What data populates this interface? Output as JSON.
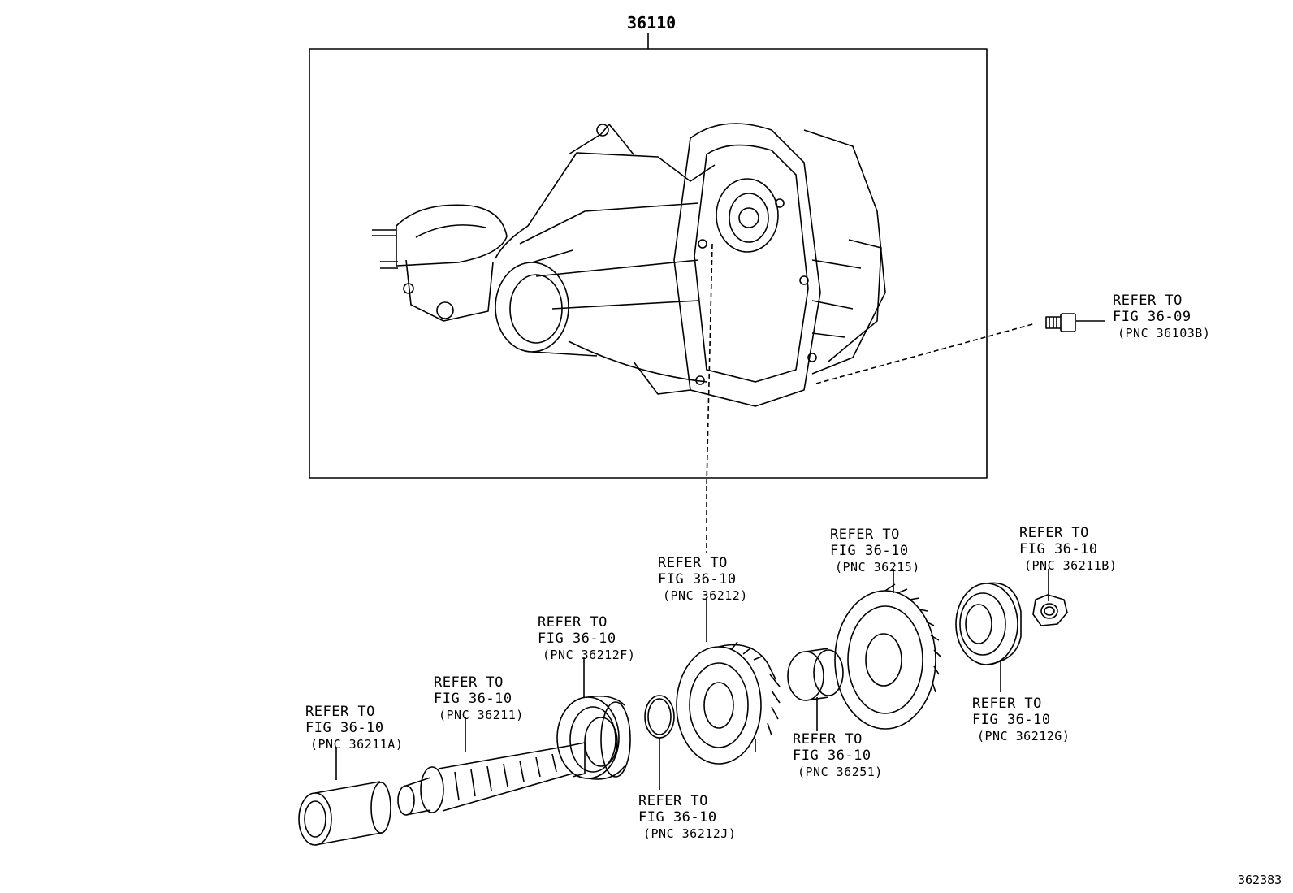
{
  "assembly": {
    "part_no": "36110"
  },
  "figure_id": "362383",
  "colors": {
    "line": "#000000",
    "background": "#ffffff"
  },
  "callouts": [
    {
      "id": "bolt",
      "line1": "REFER TO",
      "line2": "FIG 36-09",
      "pnc": "(PNC 36103B)"
    },
    {
      "id": "sleeve",
      "line1": "REFER TO",
      "line2": "FIG 36-10",
      "pnc": "(PNC 36211A)"
    },
    {
      "id": "shaft",
      "line1": "REFER TO",
      "line2": "FIG 36-10",
      "pnc": "(PNC 36211)"
    },
    {
      "id": "bearing-left",
      "line1": "REFER TO",
      "line2": "FIG 36-10",
      "pnc": "(PNC 36212F)"
    },
    {
      "id": "snap-ring",
      "line1": "REFER TO",
      "line2": "FIG 36-10",
      "pnc": "(PNC 36212J)"
    },
    {
      "id": "drive-gear",
      "line1": "REFER TO",
      "line2": "FIG 36-10",
      "pnc": "(PNC 36212)"
    },
    {
      "id": "spacer",
      "line1": "REFER TO",
      "line2": "FIG 36-10",
      "pnc": "(PNC 36251)"
    },
    {
      "id": "driven-gear",
      "line1": "REFER TO",
      "line2": "FIG 36-10",
      "pnc": "(PNC 36215)"
    },
    {
      "id": "bearing-right",
      "line1": "REFER TO",
      "line2": "FIG 36-10",
      "pnc": "(PNC 36212G)"
    },
    {
      "id": "lock-nut",
      "line1": "REFER TO",
      "line2": "FIG 36-10",
      "pnc": "(PNC 36211B)"
    }
  ]
}
